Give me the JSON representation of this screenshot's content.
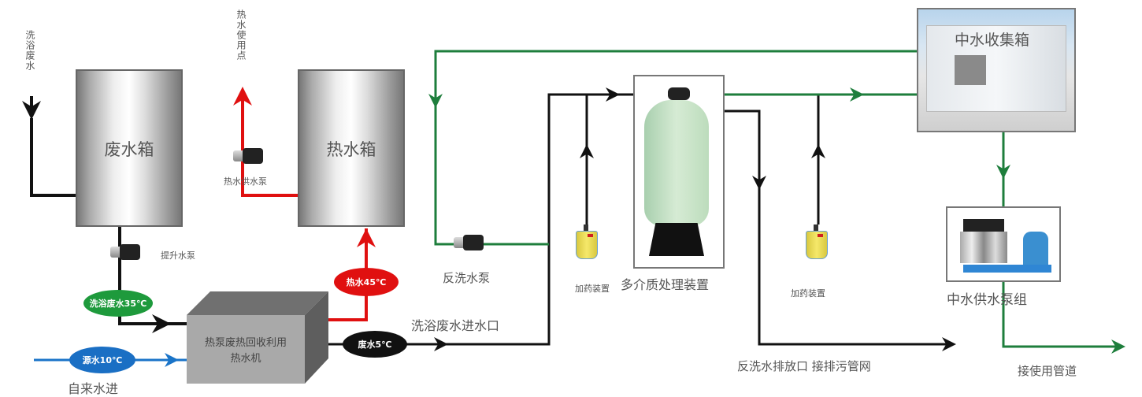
{
  "diagram": {
    "title": "洗浴废水余热回收与中水回用流程",
    "tanks": {
      "waste_tank": "废水箱",
      "hot_tank": "热水箱",
      "reclaimed_tank": "中水收集箱"
    },
    "labels": {
      "bath_wastewater_in": "洗浴废水",
      "hot_water_use_point": "热水使用点",
      "hot_water_supply_pump": "热水供水泵",
      "lift_pump": "提升水泵",
      "tap_water_in": "自来水进",
      "heat_pump_unit": "热泵废热回收利用\n热水机",
      "wastewater_inlet": "洗浴废水进水口",
      "backwash_pump": "反洗水泵",
      "dosing_device_1": "加药装置",
      "dosing_device_2": "加药装置",
      "multimedia_filter": "多介质处理装置",
      "backwash_outlet": "反洗水排放口 接排污管网",
      "reclaimed_pump_group": "中水供水泵组",
      "to_use_pipeline": "接使用管道"
    },
    "badges": {
      "bath_wastewater_temp": "洗浴废水35℃",
      "source_water_temp": "源水10℃",
      "hot_water_temp": "热水45℃",
      "waste_water_temp": "废水5℃"
    },
    "colors": {
      "wastewater_line": "#111111",
      "hot_water_line": "#e01010",
      "tap_water_line": "#1a74c8",
      "reclaimed_water_line": "#1e7e3c",
      "badge_green": "#1e9a3c",
      "badge_blue": "#1a6fc4",
      "badge_red": "#e01010",
      "badge_black": "#111111"
    }
  }
}
